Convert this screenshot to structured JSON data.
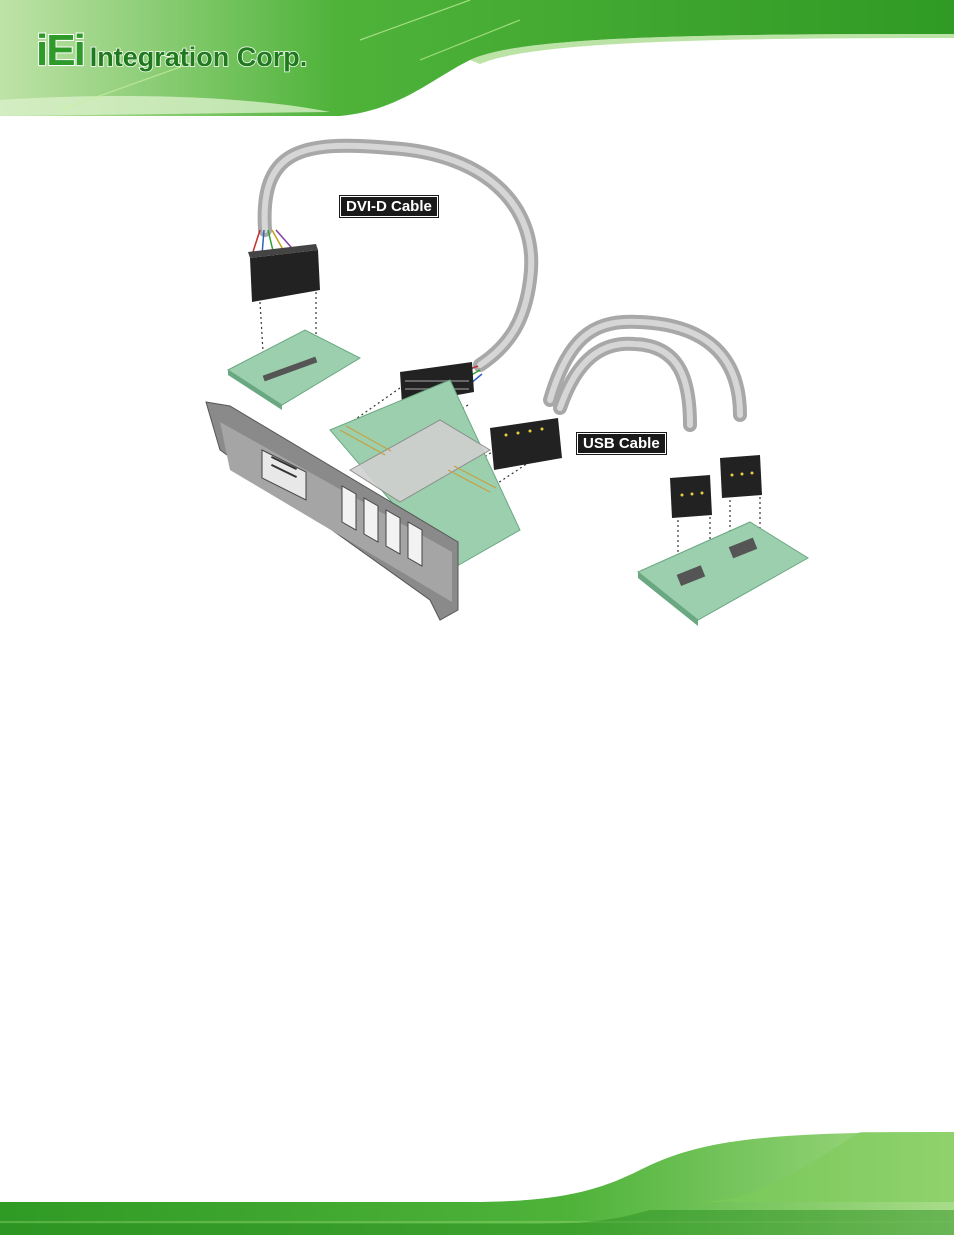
{
  "header": {
    "logo_mark": "iEi",
    "logo_text": "Integration Corp."
  },
  "figure": {
    "dvi_label": "DVI-D Cable",
    "usb_label": "USB Cable"
  },
  "colors": {
    "brand_green": "#2e9a2a",
    "pcb_green": "#9ccfae",
    "cable_grey": "#b9b9b9",
    "bracket_grey": "#8a8a8a"
  }
}
